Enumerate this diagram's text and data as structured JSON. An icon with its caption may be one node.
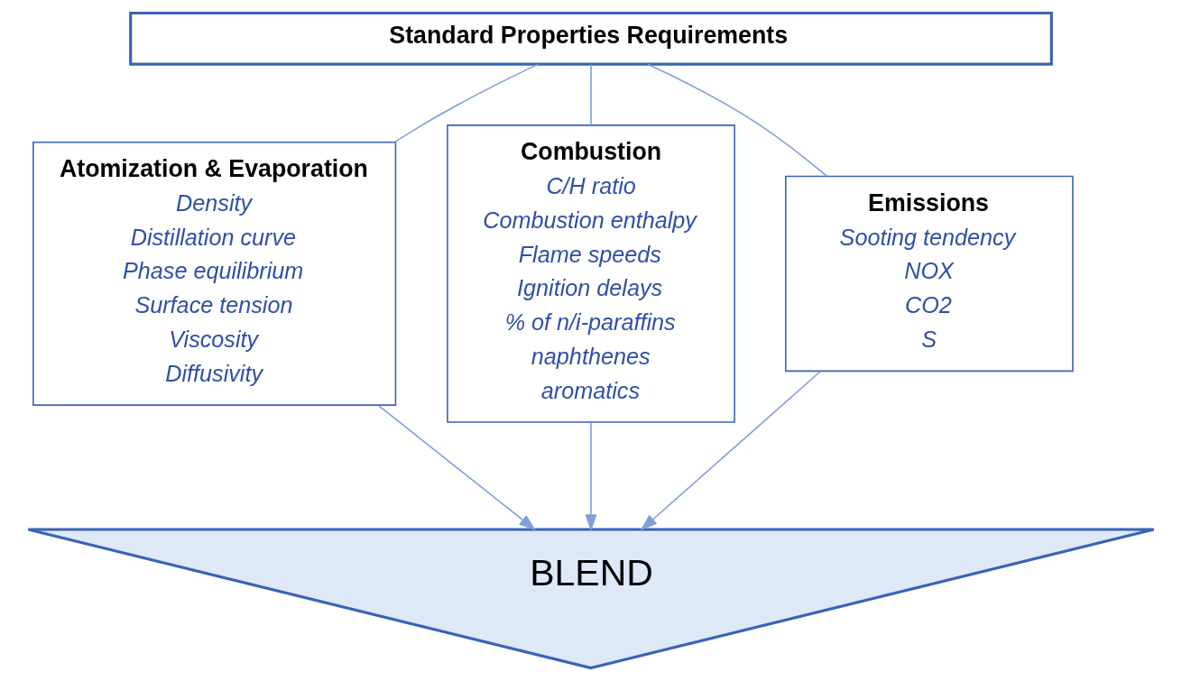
{
  "diagram": {
    "nodes": [
      {
        "text": [
          "Standard Properties Requirements"
        ]
      },
      {
        "text": [
          "Atomization & Evaporation",
          "Density",
          "Distillation curve",
          "Phase equilibrium",
          "Surface tension",
          "Viscosity",
          "Diffusivity"
        ]
      },
      {
        "text": [
          "Combustion",
          "C/H ratio",
          "Combustion enthalpy",
          "Flame speeds",
          "Ignition delays",
          "% of n/i-paraffins",
          "naphthenes",
          "aromatics"
        ]
      },
      {
        "text": [
          "Emissions",
          "Sooting tendency",
          "NOX",
          "CO2",
          "S"
        ]
      },
      {
        "text": [
          "BLEND"
        ]
      }
    ],
    "edges": [
      {
        "from": 0,
        "to": 1,
        "arrow": "none"
      },
      {
        "from": 0,
        "to": 2,
        "arrow": "none"
      },
      {
        "from": 0,
        "to": 3,
        "arrow": "none"
      },
      {
        "from": 1,
        "to": 4,
        "arrow": "to"
      },
      {
        "from": 2,
        "to": 4,
        "arrow": "to"
      },
      {
        "from": 3,
        "to": 4,
        "arrow": "to"
      }
    ]
  }
}
